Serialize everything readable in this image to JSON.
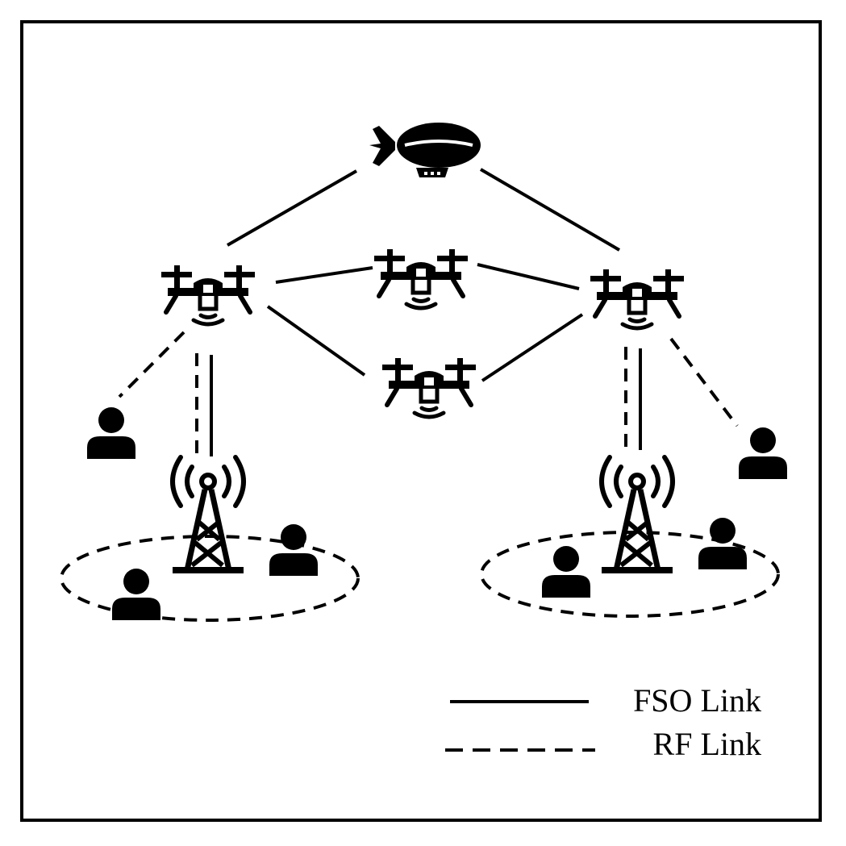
{
  "diagram": {
    "nodes": [
      {
        "id": "airship",
        "kind": "airship-icon"
      },
      {
        "id": "drone-left",
        "kind": "drone-icon"
      },
      {
        "id": "drone-center-top",
        "kind": "drone-icon"
      },
      {
        "id": "drone-center-bottom",
        "kind": "drone-icon"
      },
      {
        "id": "drone-right",
        "kind": "drone-icon"
      },
      {
        "id": "tower-left",
        "kind": "cell-tower-icon"
      },
      {
        "id": "tower-right",
        "kind": "cell-tower-icon"
      },
      {
        "id": "user-left-outer",
        "kind": "user-icon"
      },
      {
        "id": "user-left-cell-1",
        "kind": "user-icon"
      },
      {
        "id": "user-left-cell-2",
        "kind": "user-icon"
      },
      {
        "id": "user-right-outer",
        "kind": "user-icon"
      },
      {
        "id": "user-right-cell-1",
        "kind": "user-icon"
      },
      {
        "id": "user-right-cell-2",
        "kind": "user-icon"
      }
    ],
    "links": [
      {
        "from": "airship",
        "to": "drone-left",
        "type": "FSO"
      },
      {
        "from": "airship",
        "to": "drone-right",
        "type": "FSO"
      },
      {
        "from": "drone-left",
        "to": "drone-center-top",
        "type": "FSO"
      },
      {
        "from": "drone-center-top",
        "to": "drone-right",
        "type": "FSO"
      },
      {
        "from": "drone-left",
        "to": "drone-center-bottom",
        "type": "FSO"
      },
      {
        "from": "drone-center-bottom",
        "to": "drone-right",
        "type": "FSO"
      },
      {
        "from": "drone-left",
        "to": "tower-left",
        "type": "FSO"
      },
      {
        "from": "drone-left",
        "to": "tower-left",
        "type": "RF"
      },
      {
        "from": "drone-right",
        "to": "tower-right",
        "type": "FSO"
      },
      {
        "from": "drone-right",
        "to": "tower-right",
        "type": "RF"
      },
      {
        "from": "drone-left",
        "to": "user-left-outer",
        "type": "RF"
      },
      {
        "from": "drone-right",
        "to": "user-right-outer",
        "type": "RF"
      }
    ],
    "coverage_areas": [
      "tower-left",
      "tower-right"
    ]
  },
  "legend": {
    "fso_label": "FSO Link",
    "rf_label": "RF Link"
  },
  "colors": {
    "stroke": "#000000",
    "background": "#ffffff"
  }
}
